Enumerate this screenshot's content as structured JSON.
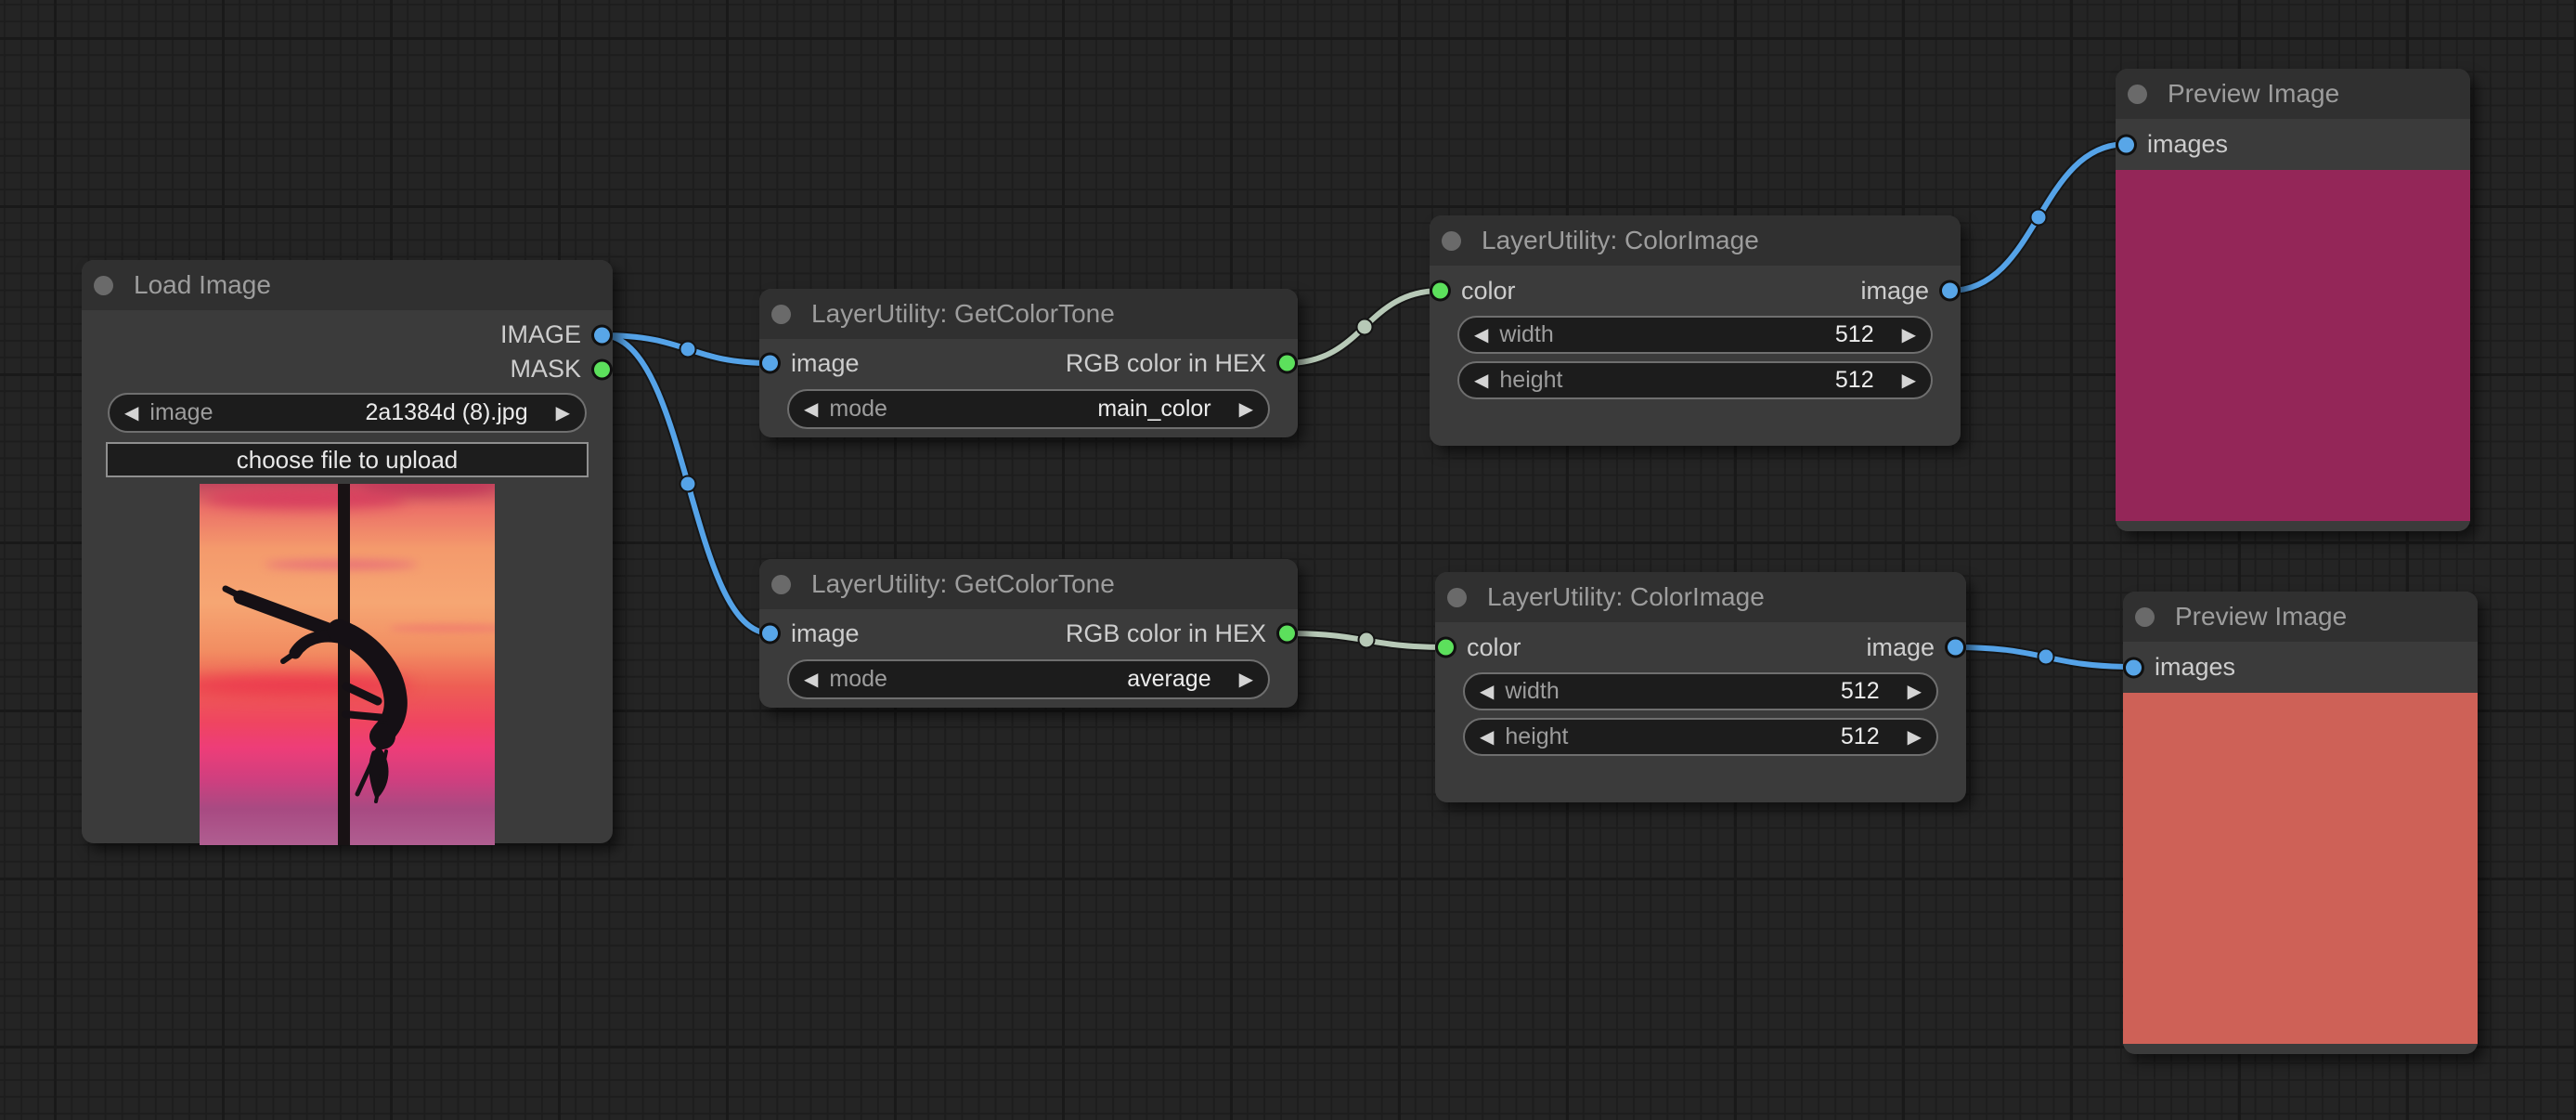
{
  "canvas": {
    "background": "#242424"
  },
  "icons": {
    "combo_left": "◀",
    "combo_right": "▶"
  },
  "palette": {
    "node_body": "#3b3b3b",
    "node_title_bar": "#303030",
    "port_blue": "#58a6e8",
    "port_green": "#5ce05c",
    "wire_blue": "#55a3e8",
    "wire_green": "#b7c9b7"
  },
  "nodes": {
    "load_image": {
      "title": "Load Image",
      "outputs": [
        "IMAGE",
        "MASK"
      ],
      "widget": {
        "label": "image",
        "value": "2a1384d (8).jpg"
      },
      "upload_button": "choose file to upload",
      "photo_description": "silhouette of a pole dancer against a sunset sky"
    },
    "get_color_tone_main": {
      "title": "LayerUtility: GetColorTone",
      "input": "image",
      "output": "RGB color in HEX",
      "widget": {
        "label": "mode",
        "value": "main_color"
      }
    },
    "get_color_tone_average": {
      "title": "LayerUtility: GetColorTone",
      "input": "image",
      "output": "RGB color in HEX",
      "widget": {
        "label": "mode",
        "value": "average"
      }
    },
    "color_image_top": {
      "title": "LayerUtility: ColorImage",
      "input": "color",
      "output": "image",
      "widgets": [
        {
          "label": "width",
          "value": "512"
        },
        {
          "label": "height",
          "value": "512"
        }
      ]
    },
    "color_image_bottom": {
      "title": "LayerUtility: ColorImage",
      "input": "color",
      "output": "image",
      "widgets": [
        {
          "label": "width",
          "value": "512"
        },
        {
          "label": "height",
          "value": "512"
        }
      ]
    },
    "preview_top": {
      "title": "Preview Image",
      "input": "images",
      "fill": "#942658"
    },
    "preview_bottom": {
      "title": "Preview Image",
      "input": "images",
      "fill": "#ce6157"
    }
  },
  "links": [
    {
      "from": "load_image.IMAGE",
      "to": "get_color_tone_main.image",
      "color": "blue"
    },
    {
      "from": "load_image.IMAGE",
      "to": "get_color_tone_average.image",
      "color": "blue"
    },
    {
      "from": "get_color_tone_main.RGB color in HEX",
      "to": "color_image_top.color",
      "color": "green"
    },
    {
      "from": "get_color_tone_average.RGB color in HEX",
      "to": "color_image_bottom.color",
      "color": "green"
    },
    {
      "from": "color_image_top.image",
      "to": "preview_top.images",
      "color": "blue"
    },
    {
      "from": "color_image_bottom.image",
      "to": "preview_bottom.images",
      "color": "blue"
    }
  ]
}
